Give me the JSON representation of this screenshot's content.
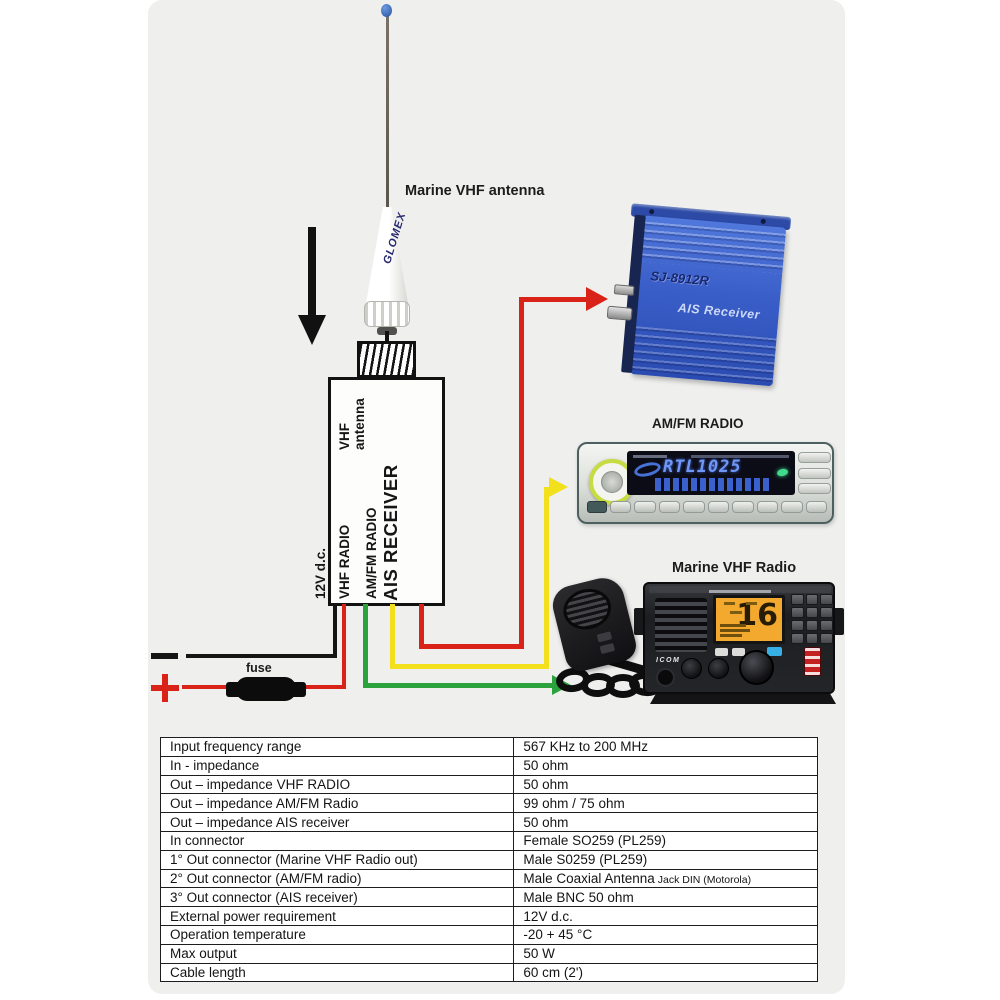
{
  "colors": {
    "wire_red": "#d92318",
    "wire_green": "#2ba23b",
    "wire_yellow": "#f2e01c",
    "panel_background": "#efefee",
    "ais_unit_blue": "#3a5ec8",
    "vhf_display_amber": "#f3a92d"
  },
  "diagram": {
    "antenna": {
      "label": "Marine VHF antenna",
      "brand": "GLOMEX"
    },
    "splitter": {
      "port_power": "12V d.c.",
      "port_vhf": "VHF RADIO",
      "port_amfm": "AM/FM RADIO",
      "port_ais": "AIS RECEIVER",
      "port_antenna_in": "VHF\nantenna"
    },
    "power": {
      "fuse_label": "fuse",
      "plus_symbol": "+",
      "minus_symbol": "−"
    },
    "ais_receiver": {
      "model": "SJ-8912R",
      "name": "AIS Receiver"
    },
    "amfm_radio": {
      "label": "AM/FM RADIO",
      "display_text": "RTL1025"
    },
    "vhf_radio": {
      "label": "Marine VHF Radio",
      "channel": "16",
      "brand": "ICOM"
    }
  },
  "table": {
    "rows": [
      {
        "label": "Input frequency range",
        "value": "567 KHz to 200 MHz"
      },
      {
        "label": "In - impedance",
        "value": "50 ohm"
      },
      {
        "label": "Out – impedance VHF RADIO",
        "value": "50 ohm"
      },
      {
        "label": "Out – impedance AM/FM Radio",
        "value": "99 ohm / 75 ohm"
      },
      {
        "label": "Out – impedance AIS receiver",
        "value": "50 ohm"
      },
      {
        "label": "In connector",
        "value": "Female SO259 (PL259)"
      },
      {
        "label": "1° Out connector (Marine VHF Radio out)",
        "value": "Male S0259 (PL259)"
      },
      {
        "label": "2° Out connector (AM/FM radio)",
        "value": "Male Coaxial Antenna",
        "value_small": "Jack DIN (Motorola)"
      },
      {
        "label": "3° Out connector (AIS receiver)",
        "value": "Male BNC 50 ohm"
      },
      {
        "label": "External power requirement",
        "value": "12V d.c."
      },
      {
        "label": "Operation temperature",
        "value": "-20 + 45 °C"
      },
      {
        "label": "Max output",
        "value": "50 W"
      },
      {
        "label": "Cable length",
        "value": "60 cm (2')"
      }
    ]
  }
}
